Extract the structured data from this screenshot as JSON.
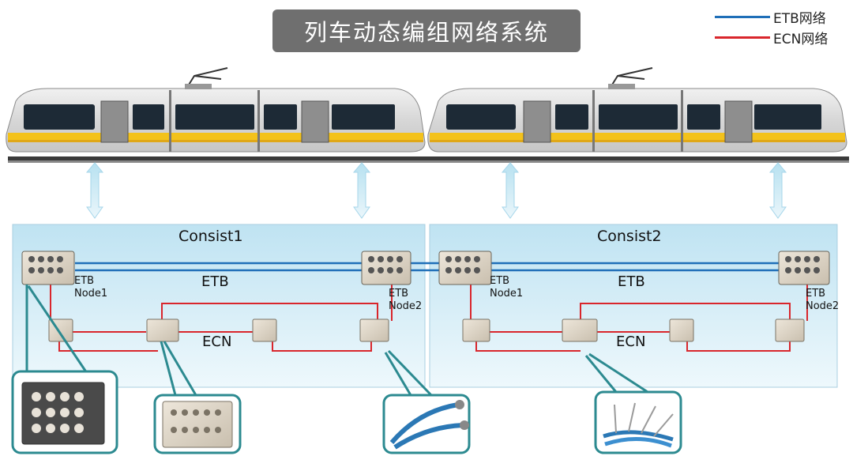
{
  "header": {
    "title": "列车动态编组网络系统"
  },
  "legend": {
    "items": [
      {
        "label": "ETB网络",
        "color": "#1f6fb8"
      },
      {
        "label": "ECN网络",
        "color": "#d9262c"
      }
    ]
  },
  "consists": [
    {
      "label": "Consist1",
      "bus_top": "ETB",
      "bus_bottom": "ECN",
      "node_left": [
        "ETB",
        "Node1"
      ],
      "node_right": [
        "ETB",
        "Node2"
      ]
    },
    {
      "label": "Consist2",
      "bus_top": "ETB",
      "bus_bottom": "ECN",
      "node_left": [
        "ETB",
        "Node1"
      ],
      "node_right": [
        "ETB",
        "Node2"
      ]
    }
  ],
  "colors": {
    "etb": "#1f6fb8",
    "ecn": "#d9262c",
    "panel": "#dff0f8",
    "callout_border": "#2c8a90",
    "train_stripe": "#f3c21b",
    "arrow": "#9fd3e8"
  }
}
